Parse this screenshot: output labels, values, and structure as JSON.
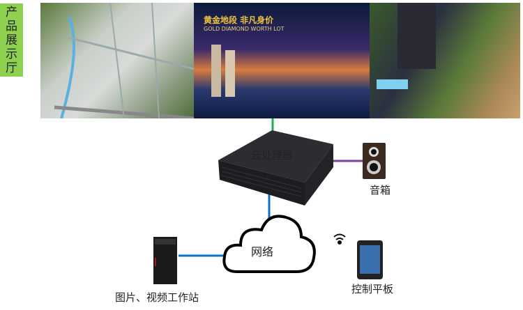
{
  "side_label": [
    "产",
    "品",
    "展",
    "示",
    "厅"
  ],
  "showcase": {
    "banner_title": "黄金地段 非凡身价",
    "banner_subtitle": "GOLD DIAMOND WORTH LOT"
  },
  "nodes": {
    "processor": "云处理器",
    "speaker": "音箱",
    "network": "网络",
    "workstation": "图片、视频工作站",
    "tablet": "控制平板"
  },
  "colors": {
    "green_link": "#1db34a",
    "purple_link": "#7b3fa0",
    "blue_link": "#0a72c8",
    "side_bg": "#8ed14f"
  }
}
